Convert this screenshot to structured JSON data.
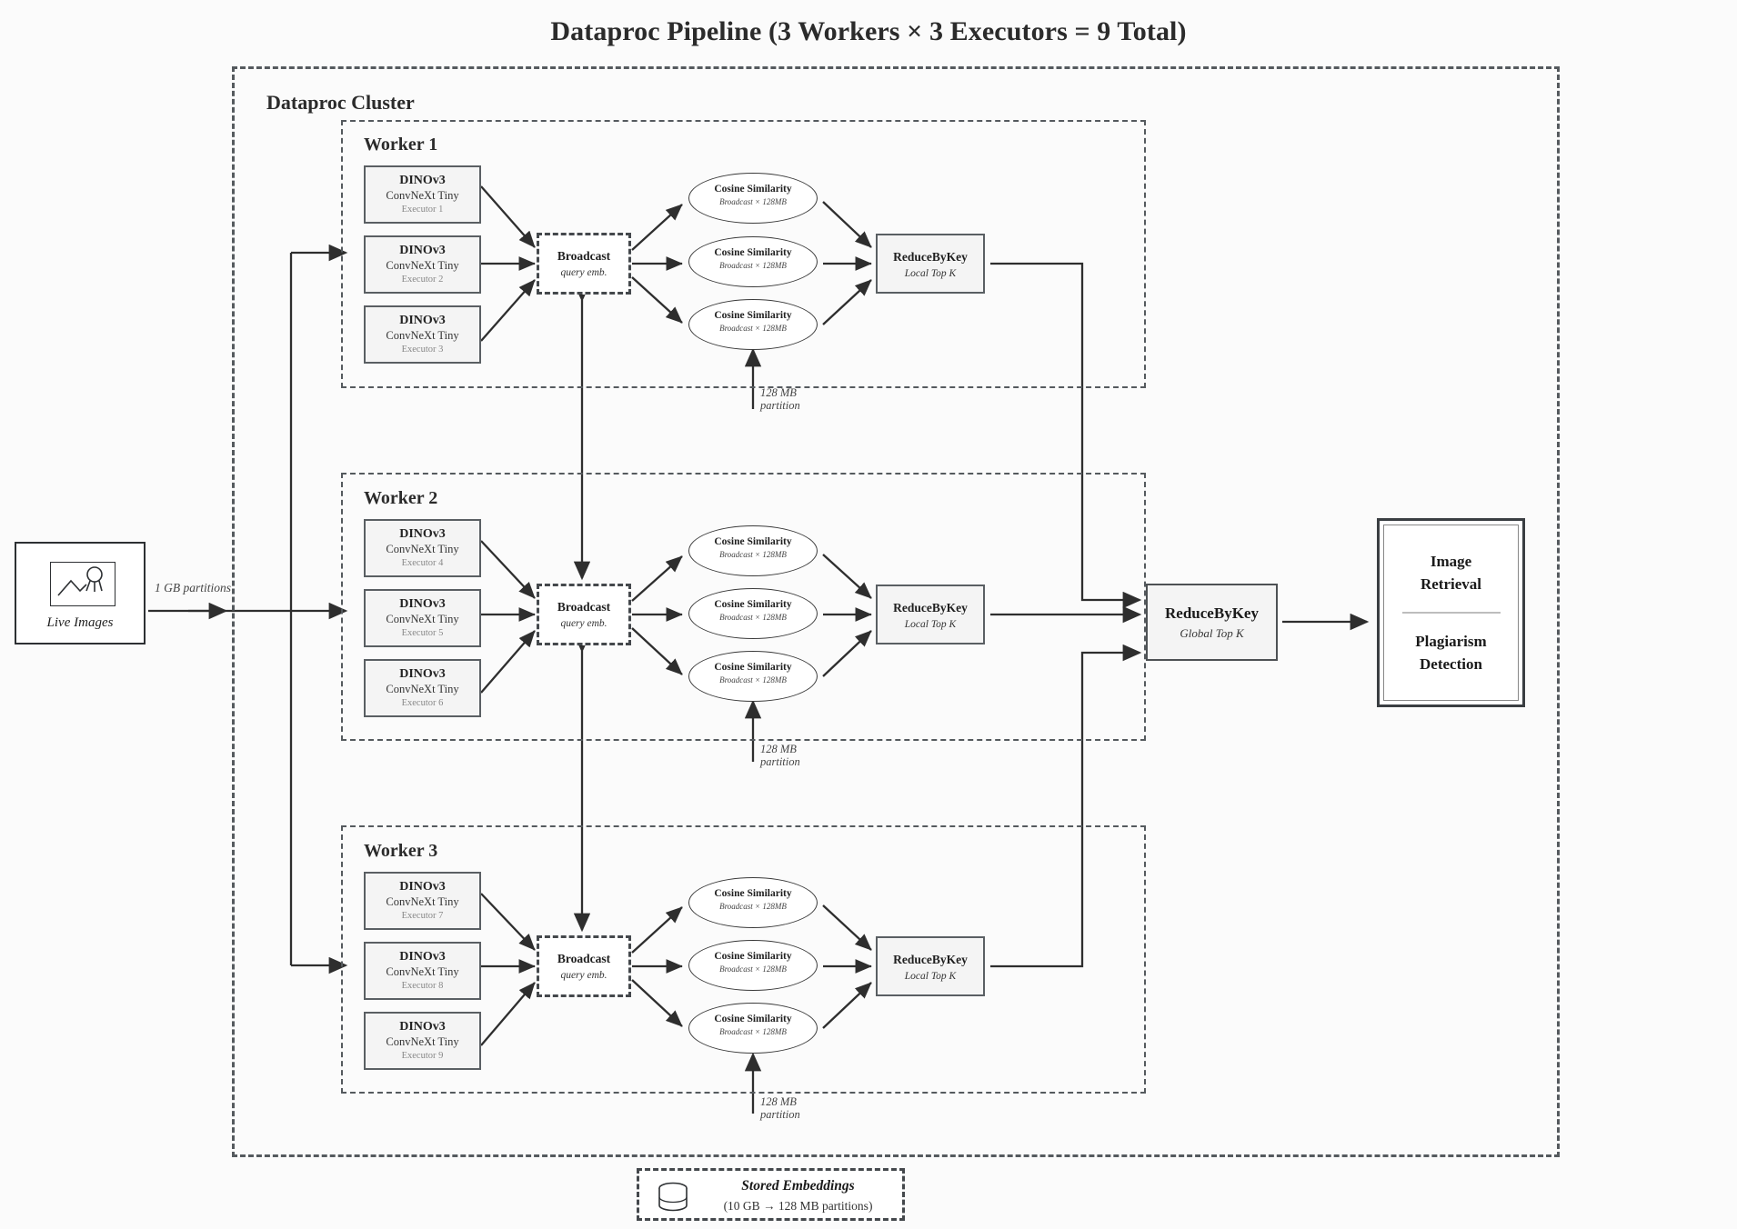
{
  "title": "Dataproc Pipeline (3 Workers × 3 Executors = 9 Total)",
  "cluster": {
    "label": "Dataproc Cluster"
  },
  "source": {
    "label": "Live Images",
    "icon": "image-icon",
    "partition_label": "1 GB partitions"
  },
  "store": {
    "title": "Stored Embeddings",
    "subtitle": "(10 GB → 128 MB partitions)",
    "icon": "database-icon"
  },
  "partition_label": {
    "line1": "128 MB",
    "line2": "partition"
  },
  "workers": [
    {
      "label": "Worker 1",
      "executors": [
        {
          "title": "DINOv3",
          "model": "ConvNeXt Tiny",
          "executor": "Executor 1"
        },
        {
          "title": "DINOv3",
          "model": "ConvNeXt Tiny",
          "executor": "Executor 2"
        },
        {
          "title": "DINOv3",
          "model": "ConvNeXt Tiny",
          "executor": "Executor 3"
        }
      ],
      "broadcast": {
        "title": "Broadcast",
        "subtitle": "query emb."
      },
      "cosine": [
        {
          "title": "Cosine Similarity",
          "subtitle": "Broadcast × 128MB"
        },
        {
          "title": "Cosine Similarity",
          "subtitle": "Broadcast × 128MB"
        },
        {
          "title": "Cosine Similarity",
          "subtitle": "Broadcast × 128MB"
        }
      ],
      "reduce": {
        "title": "ReduceByKey",
        "subtitle": "Local Top K"
      }
    },
    {
      "label": "Worker 2",
      "executors": [
        {
          "title": "DINOv3",
          "model": "ConvNeXt Tiny",
          "executor": "Executor 4"
        },
        {
          "title": "DINOv3",
          "model": "ConvNeXt Tiny",
          "executor": "Executor 5"
        },
        {
          "title": "DINOv3",
          "model": "ConvNeXt Tiny",
          "executor": "Executor 6"
        }
      ],
      "broadcast": {
        "title": "Broadcast",
        "subtitle": "query emb."
      },
      "cosine": [
        {
          "title": "Cosine Similarity",
          "subtitle": "Broadcast × 128MB"
        },
        {
          "title": "Cosine Similarity",
          "subtitle": "Broadcast × 128MB"
        },
        {
          "title": "Cosine Similarity",
          "subtitle": "Broadcast × 128MB"
        }
      ],
      "reduce": {
        "title": "ReduceByKey",
        "subtitle": "Local Top K"
      }
    },
    {
      "label": "Worker 3",
      "executors": [
        {
          "title": "DINOv3",
          "model": "ConvNeXt Tiny",
          "executor": "Executor 7"
        },
        {
          "title": "DINOv3",
          "model": "ConvNeXt Tiny",
          "executor": "Executor 8"
        },
        {
          "title": "DINOv3",
          "model": "ConvNeXt Tiny",
          "executor": "Executor 9"
        }
      ],
      "broadcast": {
        "title": "Broadcast",
        "subtitle": "query emb."
      },
      "cosine": [
        {
          "title": "Cosine Similarity",
          "subtitle": "Broadcast × 128MB"
        },
        {
          "title": "Cosine Similarity",
          "subtitle": "Broadcast × 128MB"
        },
        {
          "title": "Cosine Similarity",
          "subtitle": "Broadcast × 128MB"
        }
      ],
      "reduce": {
        "title": "ReduceByKey",
        "subtitle": "Local Top K"
      }
    }
  ],
  "global_reduce": {
    "title": "ReduceByKey",
    "subtitle": "Global Top K"
  },
  "output": {
    "line1": "Image",
    "line2": "Retrieval",
    "line3": "Plagiarism",
    "line4": "Detection"
  },
  "colors": {
    "stroke": "#3b3b3b",
    "dashed": "#555a5e",
    "box_fill": "#f4f4f4",
    "background": "#fbfbfb",
    "muted_text": "#888888"
  }
}
